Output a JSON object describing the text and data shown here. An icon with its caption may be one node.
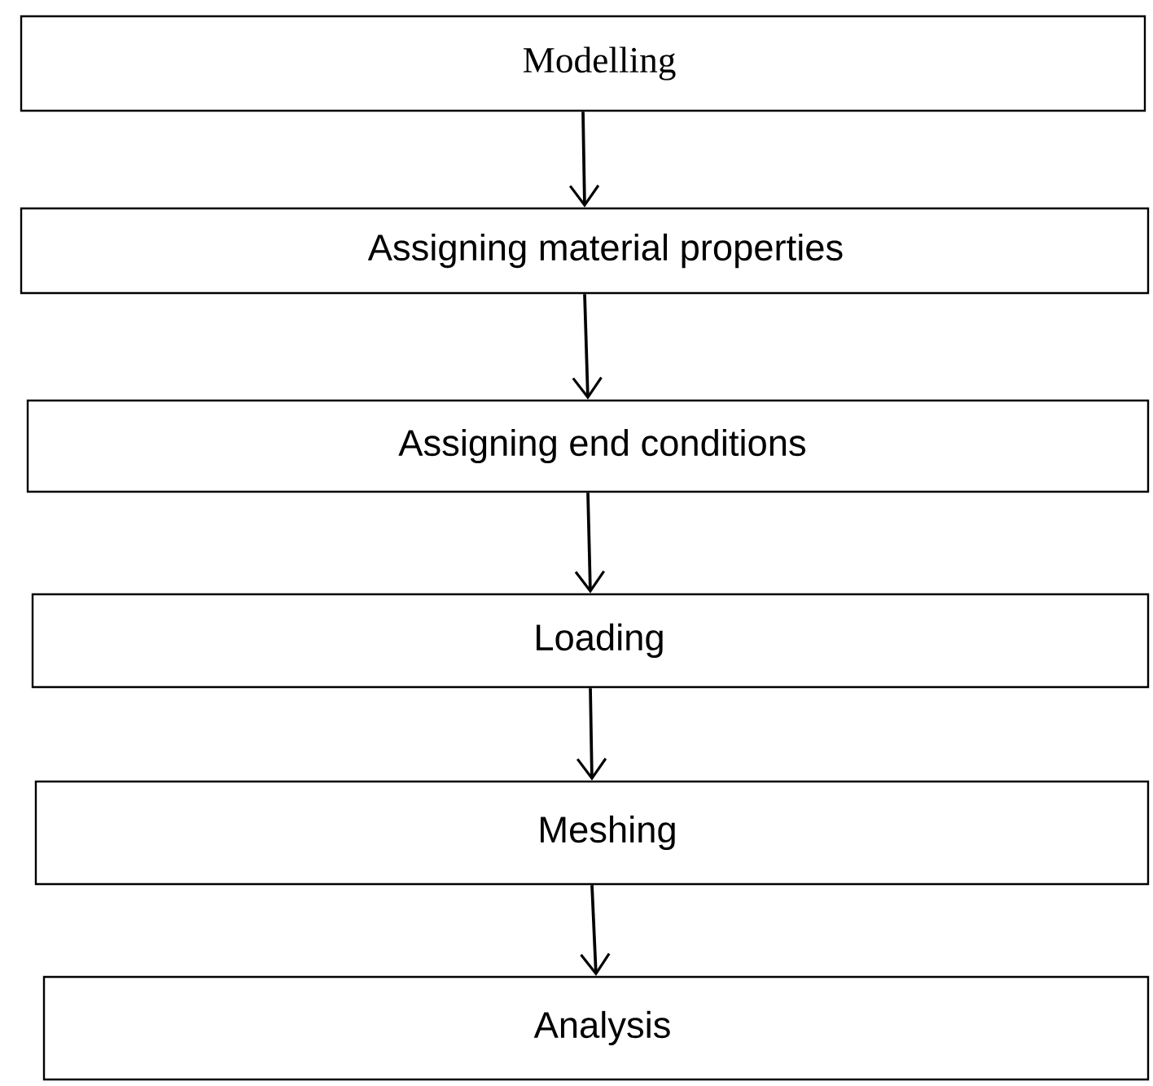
{
  "diagram": {
    "nodes": [
      {
        "text": [
          "Modelling"
        ]
      },
      {
        "text": [
          "Assigning material properties"
        ]
      },
      {
        "text": [
          "Assigning end conditions"
        ]
      },
      {
        "text": [
          "Loading"
        ]
      },
      {
        "text": [
          "Meshing"
        ]
      },
      {
        "text": [
          "Analysis"
        ]
      }
    ],
    "edges": [
      {
        "from": 0,
        "to": 1,
        "arrow": "to"
      },
      {
        "from": 1,
        "to": 2,
        "arrow": "to"
      },
      {
        "from": 2,
        "to": 3,
        "arrow": "to"
      },
      {
        "from": 3,
        "to": 4,
        "arrow": "to"
      },
      {
        "from": 4,
        "to": 5,
        "arrow": "to"
      }
    ]
  }
}
